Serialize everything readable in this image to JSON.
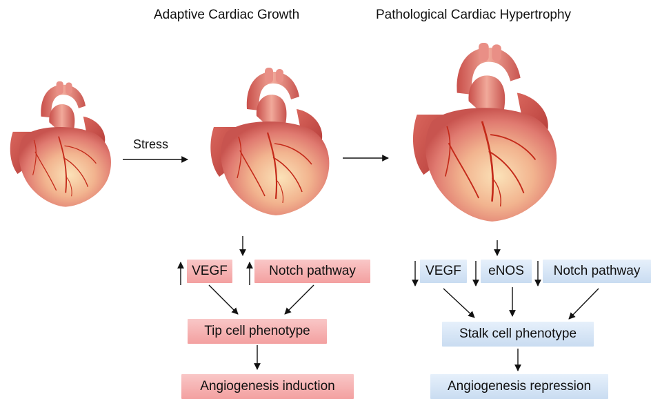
{
  "titles": {
    "adaptive": "Adaptive Cardiac Growth",
    "pathological": "Pathological Cardiac Hypertrophy"
  },
  "stress_label": "Stress",
  "adaptive": {
    "vegf": "VEGF",
    "notch": "Notch pathway",
    "phenotype": "Tip cell phenotype",
    "outcome": "Angiogenesis induction",
    "vegf_direction": "up",
    "notch_direction": "up"
  },
  "pathological": {
    "vegf": "VEGF",
    "enos": "eNOS",
    "notch": "Notch pathway",
    "phenotype": "Stalk cell phenotype",
    "outcome": "Angiogenesis repression",
    "vegf_direction": "down",
    "enos_direction": "down",
    "notch_direction": "down"
  },
  "colors": {
    "adaptive_box": "#f3a0a0",
    "pathological_box": "#c9dcf1",
    "heart_muscle": "#e8857a",
    "vessels": "#c42a1a"
  },
  "icons": [
    "normal-heart",
    "adaptive-heart",
    "hypertrophic-heart"
  ]
}
